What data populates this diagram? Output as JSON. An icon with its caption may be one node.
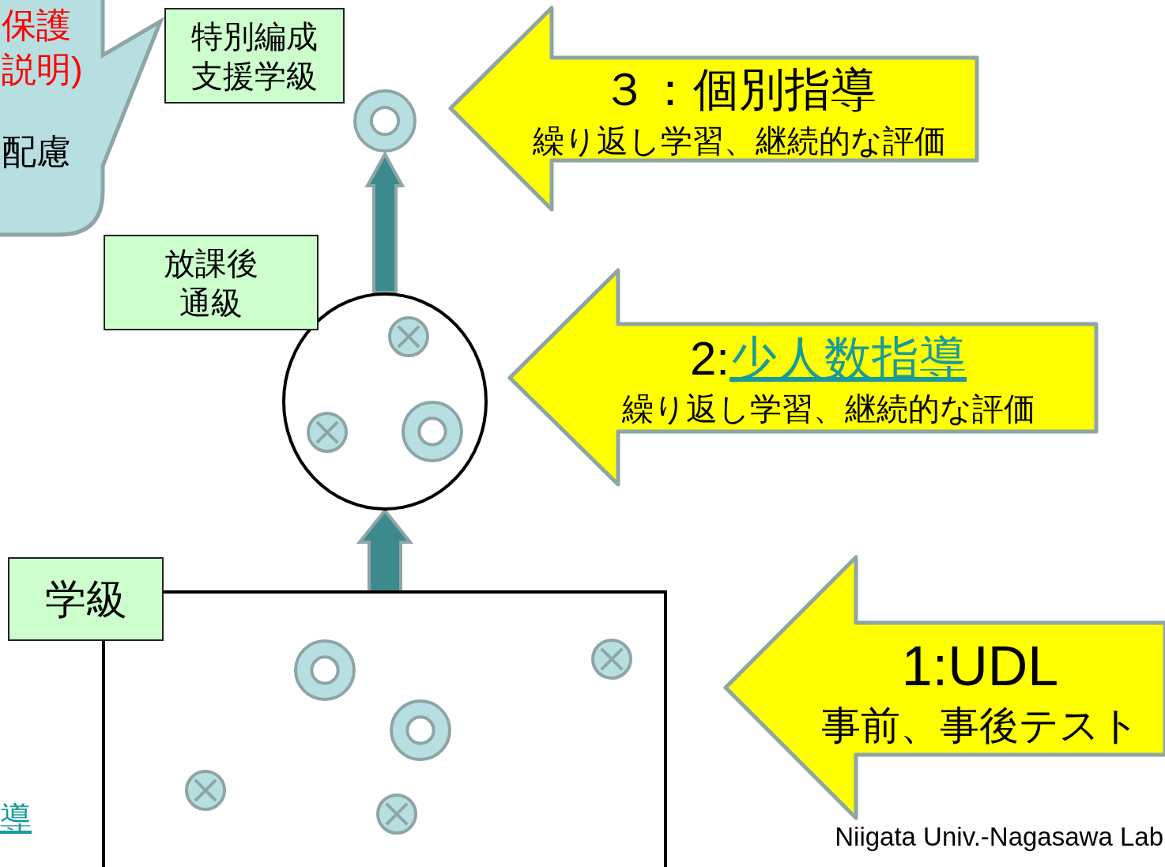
{
  "diagram": {
    "nodes": [
      {
        "text": [
          "保護",
          "説明)",
          "配慮"
        ]
      },
      {
        "text": [
          "特別編成支援学級"
        ]
      },
      {
        "text": [],
        "shape": "circle"
      },
      {
        "text": [
          "放課後通級"
        ]
      },
      {
        "text": [],
        "shape": "circle"
      },
      {
        "text": [
          "学級"
        ]
      },
      {
        "text": [],
        "shape": "box"
      },
      {
        "text": [
          "３：個別指導",
          "繰り返し学習、継続的な評価"
        ]
      },
      {
        "text": [
          "2:",
          "少人数指導",
          "繰り返し学習、継続的な評価"
        ]
      },
      {
        "text": [
          "1:UDL",
          "事前、事後テスト"
        ]
      }
    ],
    "edges": [
      {
        "from": 6,
        "to": 4,
        "arrow": "to"
      },
      {
        "from": 4,
        "to": 2,
        "arrow": "to"
      }
    ],
    "labels": [
      "導",
      "Niigata Univ.-Nagasawa Lab"
    ]
  }
}
